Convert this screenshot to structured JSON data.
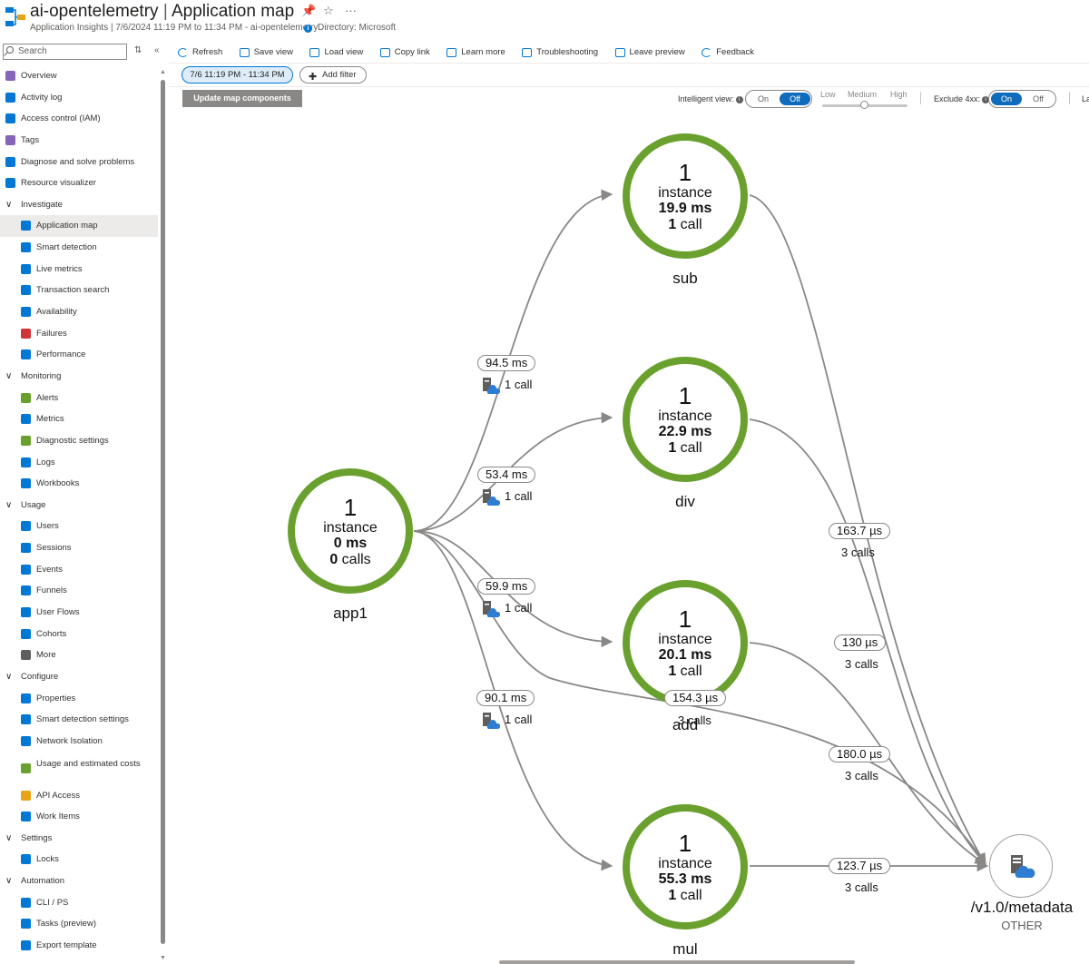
{
  "header": {
    "resource_name": "ai-opentelemetry",
    "separator": "|",
    "page_name": "Application map",
    "subtitle": "Application Insights | 7/6/2024 11:19 PM to 11:34 PM - ai-opentelemetry",
    "directory": "Directory: Microsoft",
    "more": "···"
  },
  "sidebar": {
    "search_placeholder": "Search",
    "items": [
      {
        "label": "Overview",
        "level": 0,
        "icon": "overview-icon",
        "color": "#8764b8"
      },
      {
        "label": "Activity log",
        "level": 0,
        "icon": "activity-log-icon",
        "color": "#0078d4"
      },
      {
        "label": "Access control (IAM)",
        "level": 0,
        "icon": "access-control-icon",
        "color": "#0078d4"
      },
      {
        "label": "Tags",
        "level": 0,
        "icon": "tag-icon",
        "color": "#8764b8"
      },
      {
        "label": "Diagnose and solve problems",
        "level": 0,
        "icon": "diagnose-icon",
        "color": "#0078d4"
      },
      {
        "label": "Resource visualizer",
        "level": 0,
        "icon": "resource-visualizer-icon",
        "color": "#0078d4"
      },
      {
        "label": "Investigate",
        "level": 0,
        "group": true
      },
      {
        "label": "Application map",
        "level": 1,
        "icon": "application-map-icon",
        "color": "#0078d4",
        "active": true
      },
      {
        "label": "Smart detection",
        "level": 1,
        "icon": "smart-detection-icon",
        "color": "#0078d4"
      },
      {
        "label": "Live metrics",
        "level": 1,
        "icon": "live-metrics-icon",
        "color": "#0078d4"
      },
      {
        "label": "Transaction search",
        "level": 1,
        "icon": "transaction-search-icon",
        "color": "#0078d4"
      },
      {
        "label": "Availability",
        "level": 1,
        "icon": "availability-icon",
        "color": "#0078d4"
      },
      {
        "label": "Failures",
        "level": 1,
        "icon": "failures-icon",
        "color": "#d13438"
      },
      {
        "label": "Performance",
        "level": 1,
        "icon": "performance-icon",
        "color": "#0078d4"
      },
      {
        "label": "Monitoring",
        "level": 0,
        "group": true
      },
      {
        "label": "Alerts",
        "level": 1,
        "icon": "alerts-icon",
        "color": "#6aa12e"
      },
      {
        "label": "Metrics",
        "level": 1,
        "icon": "metrics-icon",
        "color": "#0078d4"
      },
      {
        "label": "Diagnostic settings",
        "level": 1,
        "icon": "diagnostic-settings-icon",
        "color": "#6aa12e"
      },
      {
        "label": "Logs",
        "level": 1,
        "icon": "logs-icon",
        "color": "#0078d4"
      },
      {
        "label": "Workbooks",
        "level": 1,
        "icon": "workbooks-icon",
        "color": "#0078d4"
      },
      {
        "label": "Usage",
        "level": 0,
        "group": true
      },
      {
        "label": "Users",
        "level": 1,
        "icon": "users-icon",
        "color": "#0078d4"
      },
      {
        "label": "Sessions",
        "level": 1,
        "icon": "sessions-icon",
        "color": "#0078d4"
      },
      {
        "label": "Events",
        "level": 1,
        "icon": "events-icon",
        "color": "#0078d4"
      },
      {
        "label": "Funnels",
        "level": 1,
        "icon": "funnels-icon",
        "color": "#0078d4"
      },
      {
        "label": "User Flows",
        "level": 1,
        "icon": "user-flows-icon",
        "color": "#0078d4"
      },
      {
        "label": "Cohorts",
        "level": 1,
        "icon": "cohorts-icon",
        "color": "#0078d4"
      },
      {
        "label": "More",
        "level": 1,
        "icon": "more-icon",
        "color": "#605e5c"
      },
      {
        "label": "Configure",
        "level": 0,
        "group": true
      },
      {
        "label": "Properties",
        "level": 1,
        "icon": "properties-icon",
        "color": "#0078d4"
      },
      {
        "label": "Smart detection settings",
        "level": 1,
        "icon": "smart-detection-settings-icon",
        "color": "#0078d4"
      },
      {
        "label": "Network Isolation",
        "level": 1,
        "icon": "network-isolation-icon",
        "color": "#0078d4"
      },
      {
        "label": "Usage and estimated costs",
        "level": 1,
        "icon": "usage-costs-icon",
        "color": "#6aa12e",
        "tall": true
      },
      {
        "label": "API Access",
        "level": 1,
        "icon": "api-access-icon",
        "color": "#e8a317"
      },
      {
        "label": "Work Items",
        "level": 1,
        "icon": "work-items-icon",
        "color": "#0078d4"
      },
      {
        "label": "Settings",
        "level": 0,
        "group": true
      },
      {
        "label": "Locks",
        "level": 1,
        "icon": "locks-icon",
        "color": "#0078d4"
      },
      {
        "label": "Automation",
        "level": 0,
        "group": true
      },
      {
        "label": "CLI / PS",
        "level": 1,
        "icon": "cli-icon",
        "color": "#0078d4"
      },
      {
        "label": "Tasks (preview)",
        "level": 1,
        "icon": "tasks-icon",
        "color": "#0078d4"
      },
      {
        "label": "Export template",
        "level": 1,
        "icon": "export-template-icon",
        "color": "#0078d4"
      }
    ]
  },
  "toolbar": {
    "refresh": "Refresh",
    "save_view": "Save view",
    "load_view": "Load view",
    "copy_link": "Copy link",
    "learn_more": "Learn more",
    "troubleshooting": "Troubleshooting",
    "leave_preview": "Leave preview",
    "feedback": "Feedback"
  },
  "filters": {
    "time_range": "7/6 11:19 PM - 11:34 PM",
    "add_filter": "Add filter",
    "update_button": "Update map components",
    "intelligent_view_label": "Intelligent view:",
    "intelligent_view_on": "On",
    "intelligent_view_off": "Off",
    "intelligent_view_selected": "Off",
    "sensitivity_low": "Low",
    "sensitivity_medium": "Medium",
    "sensitivity_high": "High",
    "sensitivity_level": "Medium",
    "exclude_label": "Exclude 4xx:",
    "exclude_on": "On",
    "exclude_off": "Off",
    "exclude_selected": "On",
    "truncated_label": "La"
  },
  "map": {
    "nodes": {
      "app1": {
        "name": "app1",
        "count": "1",
        "instance": "instance",
        "duration": "0 ms",
        "calls_num": "0",
        "calls_word": "calls"
      },
      "sub": {
        "name": "sub",
        "count": "1",
        "instance": "instance",
        "duration": "19.9 ms",
        "calls_num": "1",
        "calls_word": "call"
      },
      "div": {
        "name": "div",
        "count": "1",
        "instance": "instance",
        "duration": "22.9 ms",
        "calls_num": "1",
        "calls_word": "call"
      },
      "add": {
        "name": "add",
        "count": "1",
        "instance": "instance",
        "duration": "20.1 ms",
        "calls_num": "1",
        "calls_word": "call"
      },
      "mul": {
        "name": "mul",
        "count": "1",
        "instance": "instance",
        "duration": "55.3 ms",
        "calls_num": "1",
        "calls_word": "call"
      }
    },
    "external": {
      "name": "/v1.0/metadata",
      "type": "OTHER"
    },
    "edges": {
      "app1_sub": {
        "duration": "94.5 ms",
        "calls": "1 call"
      },
      "app1_div": {
        "duration": "53.4 ms",
        "calls": "1 call"
      },
      "app1_add": {
        "duration": "59.9 ms",
        "calls": "1 call"
      },
      "app1_mul": {
        "duration": "90.1 ms",
        "calls": "1 call"
      },
      "sub_ext": {
        "duration": "163.7 µs",
        "calls": "3 calls"
      },
      "div_ext": {
        "duration": "130 µs",
        "calls": "3 calls"
      },
      "app1_ext": {
        "duration": "154.3 µs",
        "calls": "3 calls"
      },
      "add_ext": {
        "duration": "180.0 µs",
        "calls": "3 calls"
      },
      "mul_ext": {
        "duration": "123.7 µs",
        "calls": "3 calls"
      }
    }
  },
  "colors": {
    "accent": "#0078d4",
    "node_ring": "#6aa12e",
    "edge": "#8a8886"
  }
}
